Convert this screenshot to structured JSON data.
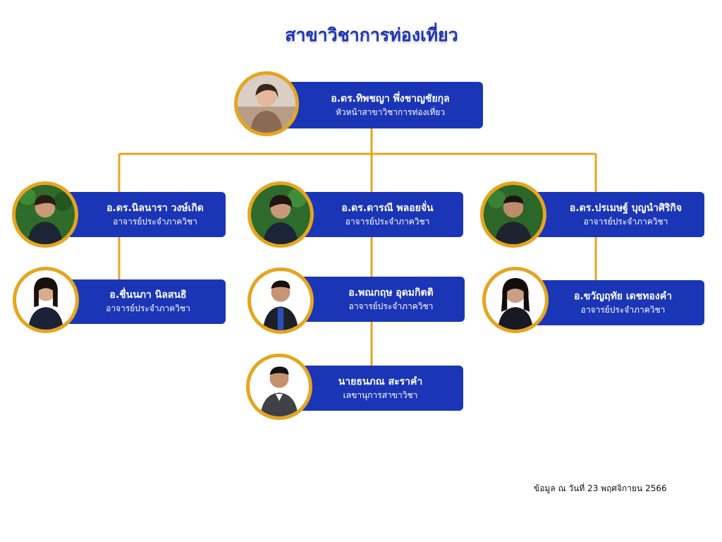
{
  "title": "สาขาวิชาการท่องเที่ยว",
  "footnote": "ข้อมูล ณ  วันที่ 23 พฤศจิกายน 2566",
  "colors": {
    "card": "#1b35b7",
    "frame": "#e5a51f",
    "line": "#e5a51f",
    "title": "#1b35b7"
  },
  "head": {
    "name": "อ.ดร.ทิพชญา  พึ่งชาญชัยกุล",
    "role": "หัวหน้าสาขาวิชาการท่องเที่ยว",
    "photo_icon": "person-photo-icon"
  },
  "members": [
    {
      "name": "อ.ดร.นิลนารา  วงษ์เกิด",
      "role": "อาจารย์ประจำภาควิชา",
      "photo_icon": "person-photo-icon"
    },
    {
      "name": "อ.ดร.ดารณี  พลอยจั่น",
      "role": "อาจารย์ประจำภาควิชา",
      "photo_icon": "person-photo-icon"
    },
    {
      "name": "อ.ดร.ปรเมษฐ์  บุญนำศิริกิจ",
      "role": "อาจารย์ประจำภาควิชา",
      "photo_icon": "person-photo-icon"
    },
    {
      "name": "อ.ชื่นนภา  นิลสนธิ",
      "role": "อาจารย์ประจำภาควิชา",
      "photo_icon": "person-photo-icon"
    },
    {
      "name": "อ.พณกฤษ  อุดมกิตติ",
      "role": "อาจารย์ประจำภาควิชา",
      "photo_icon": "person-photo-icon"
    },
    {
      "name": "อ.ขวัญฤทัย  เดชทองคำ",
      "role": "อาจารย์ประจำภาควิชา",
      "photo_icon": "person-photo-icon"
    },
    {
      "name": "นายธนภณ  สะราคำ",
      "role": "เลขานุการสาขาวิชา",
      "photo_icon": "person-photo-icon"
    }
  ]
}
